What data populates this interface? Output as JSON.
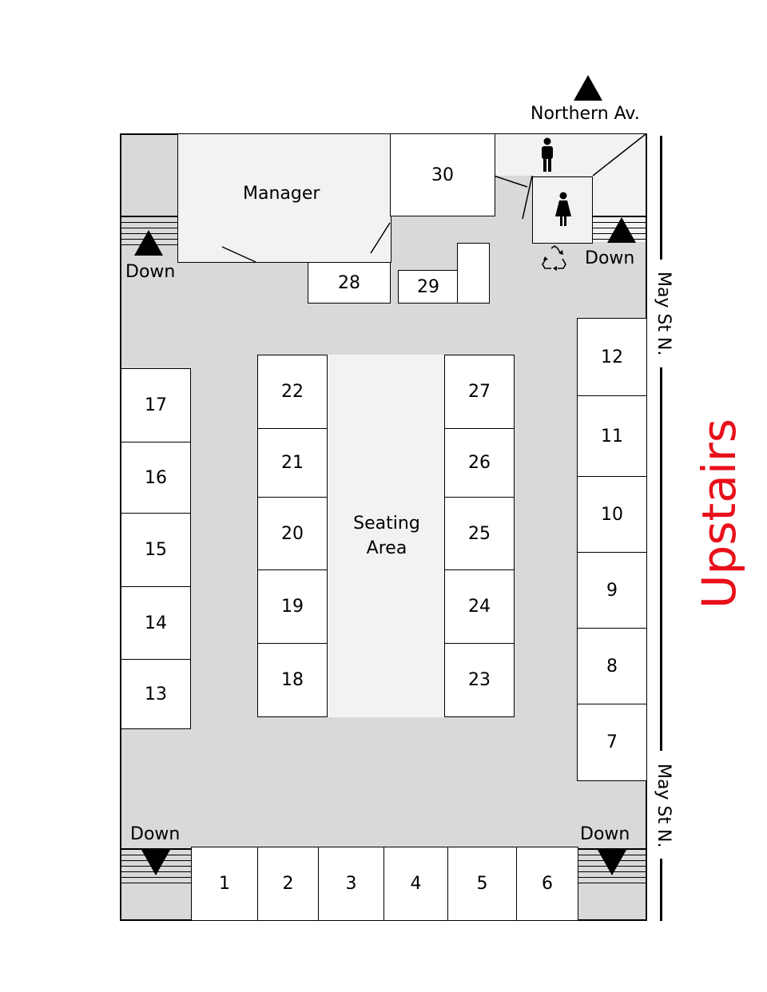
{
  "title": "Upstairs",
  "north_label": "Northern Av.",
  "street_labels": [
    "May St N.",
    "May St N."
  ],
  "rooms": {
    "manager": "Manager",
    "seating_line1": "Seating",
    "seating_line2": "Area"
  },
  "stairs_label": "Down",
  "stalls": {
    "bottom": [
      "1",
      "2",
      "3",
      "4",
      "5",
      "6"
    ],
    "right": [
      "12",
      "11",
      "10",
      "9",
      "8",
      "7"
    ],
    "left": [
      "17",
      "16",
      "15",
      "14",
      "13"
    ],
    "center_left": [
      "22",
      "21",
      "20",
      "19",
      "18"
    ],
    "center_right": [
      "27",
      "26",
      "25",
      "24",
      "23"
    ],
    "top": [
      "28",
      "29",
      "30"
    ]
  },
  "icons": [
    "man-icon",
    "woman-icon",
    "recycle-icon",
    "north-arrow-icon"
  ]
}
